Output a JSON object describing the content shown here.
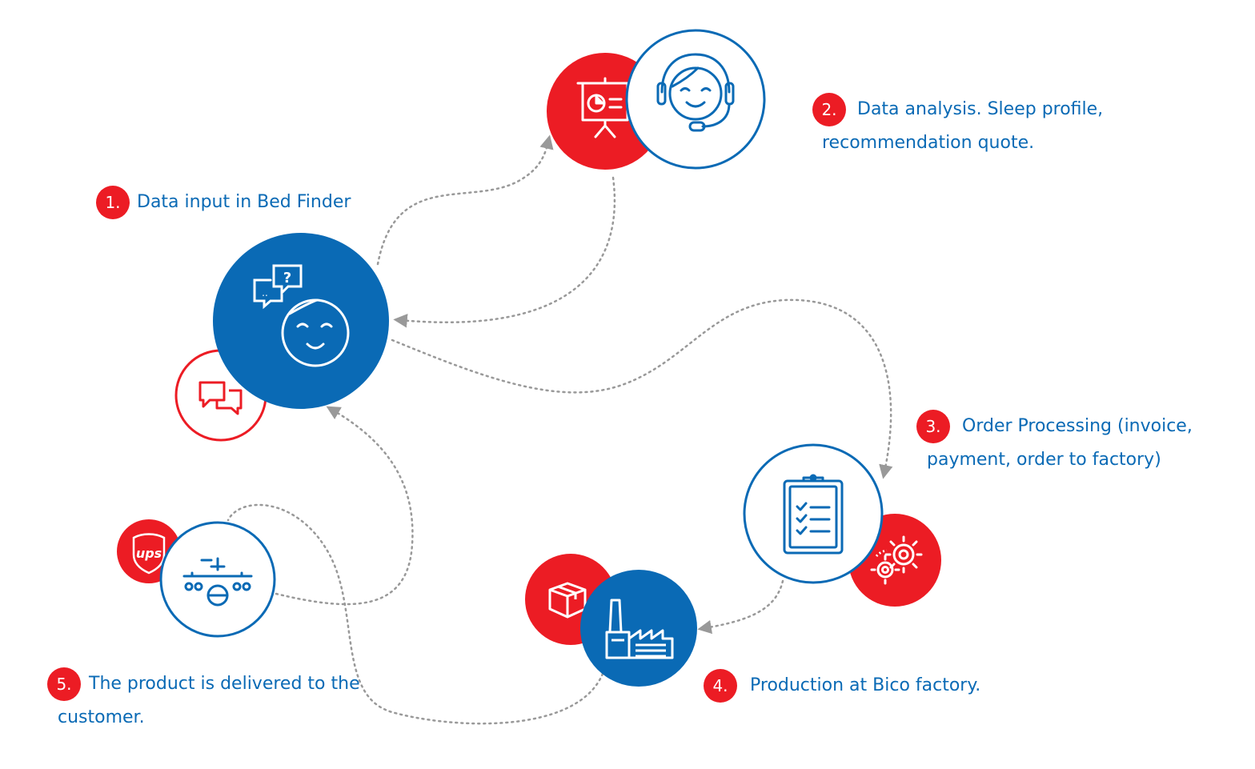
{
  "steps": [
    {
      "number": "1.",
      "text": "Data input in Bed Finder"
    },
    {
      "number": "2.",
      "line1": "Data analysis. Sleep profile,",
      "line2": "recommendation quote."
    },
    {
      "number": "3.",
      "line1": "Order Processing (invoice,",
      "line2": "payment, order to factory)"
    },
    {
      "number": "4.",
      "text": "Production at Bico factory."
    },
    {
      "number": "5.",
      "line1": "The product is delivered to the",
      "line2": "customer."
    }
  ],
  "badges": {
    "carrier": "ups"
  },
  "icons": {
    "presentation": "presentation-board-icon",
    "support": "customer-support-headset-icon",
    "bed_finder": "chat-face-icon",
    "chat": "chat-bubbles-icon",
    "clipboard": "checklist-clipboard-icon",
    "gears": "gears-icon",
    "box": "package-box-icon",
    "factory": "factory-icon",
    "carrier": "ups-shield-icon",
    "airplane": "airplane-icon"
  },
  "colors": {
    "red": "#ec1c24",
    "blue": "#0a6ab5",
    "connector": "#999999"
  }
}
